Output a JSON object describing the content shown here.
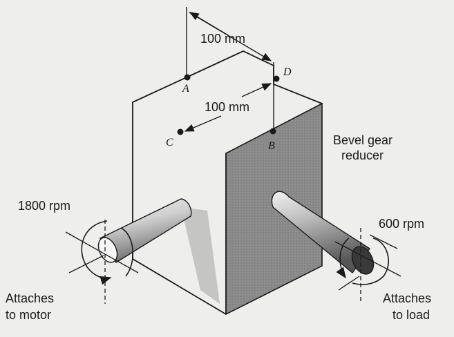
{
  "dimensions": {
    "top": "100 mm",
    "middle": "100 mm"
  },
  "points": {
    "a": "A",
    "b": "B",
    "c": "C",
    "d": "D"
  },
  "labels": {
    "reducer_line1": "Bevel gear",
    "reducer_line2": "reducer",
    "input_speed": "1800 rpm",
    "output_speed": "600 rpm",
    "motor_line1": "Attaches",
    "motor_line2": "to motor",
    "load_line1": "Attaches",
    "load_line2": "to load"
  },
  "colors": {
    "line": "#1a1a1a",
    "shaded_face": "#8a8a8a",
    "background": "#eeeeec"
  }
}
